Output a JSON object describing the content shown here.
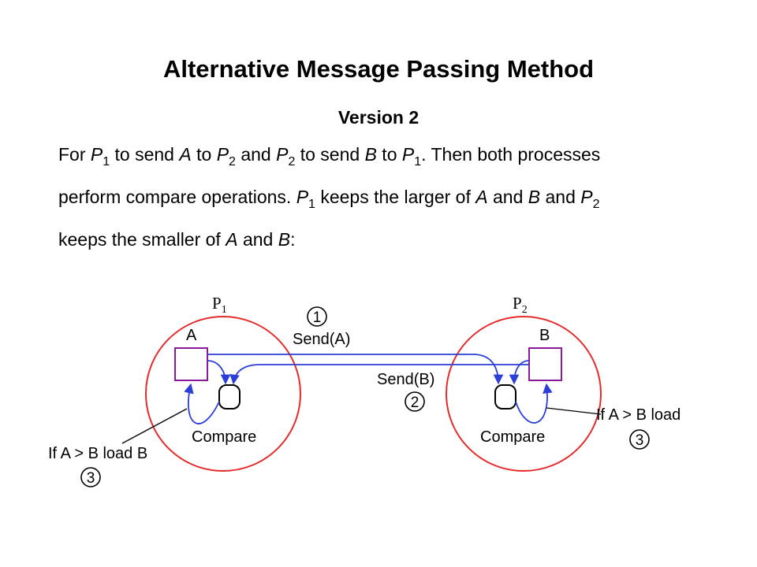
{
  "slide": {
    "title": "Alternative Message Passing Method",
    "subtitle": "Version 2",
    "paragraph": {
      "line1": {
        "t1": "For ",
        "p1a": "P",
        "s1": "1",
        "t2": " to send ",
        "a1": "A",
        "t3": " to ",
        "p2a": "P",
        "s2": "2",
        "t4": " and ",
        "p2b": "P",
        "s3": "2",
        "t5": " to send ",
        "b1": "B",
        "t6": " to ",
        "p1b": "P",
        "s4": "1",
        "t7": ". Then both processes"
      },
      "line2": {
        "t1": "perform compare operations. ",
        "p1": "P",
        "s1": "1",
        "t2": " keeps the larger of ",
        "a": "A",
        "t3": " and ",
        "b": "B",
        "t4": " and ",
        "p2": "P",
        "s2": "2"
      },
      "line3": {
        "t1": "keeps the smaller of ",
        "a": "A",
        "t2": " and ",
        "b": "B",
        "t3": ":"
      }
    }
  },
  "diagram": {
    "process1": {
      "label": "P",
      "subscript": "1",
      "box_label": "A",
      "op_label": "Compare",
      "note": "If A > B load B",
      "note_step": "3"
    },
    "process2": {
      "label": "P",
      "subscript": "2",
      "box_label": "B",
      "op_label": "Compare",
      "note": "If A > B load",
      "note_step": "3"
    },
    "send_a": {
      "label": "Send(A)",
      "step": "1"
    },
    "send_b": {
      "label": "Send(B)",
      "step": "2"
    },
    "colors": {
      "circle": "#e52b2b",
      "box": "#8b1a9a",
      "arrow": "#2b3fd8",
      "pointer": "#000000"
    }
  }
}
